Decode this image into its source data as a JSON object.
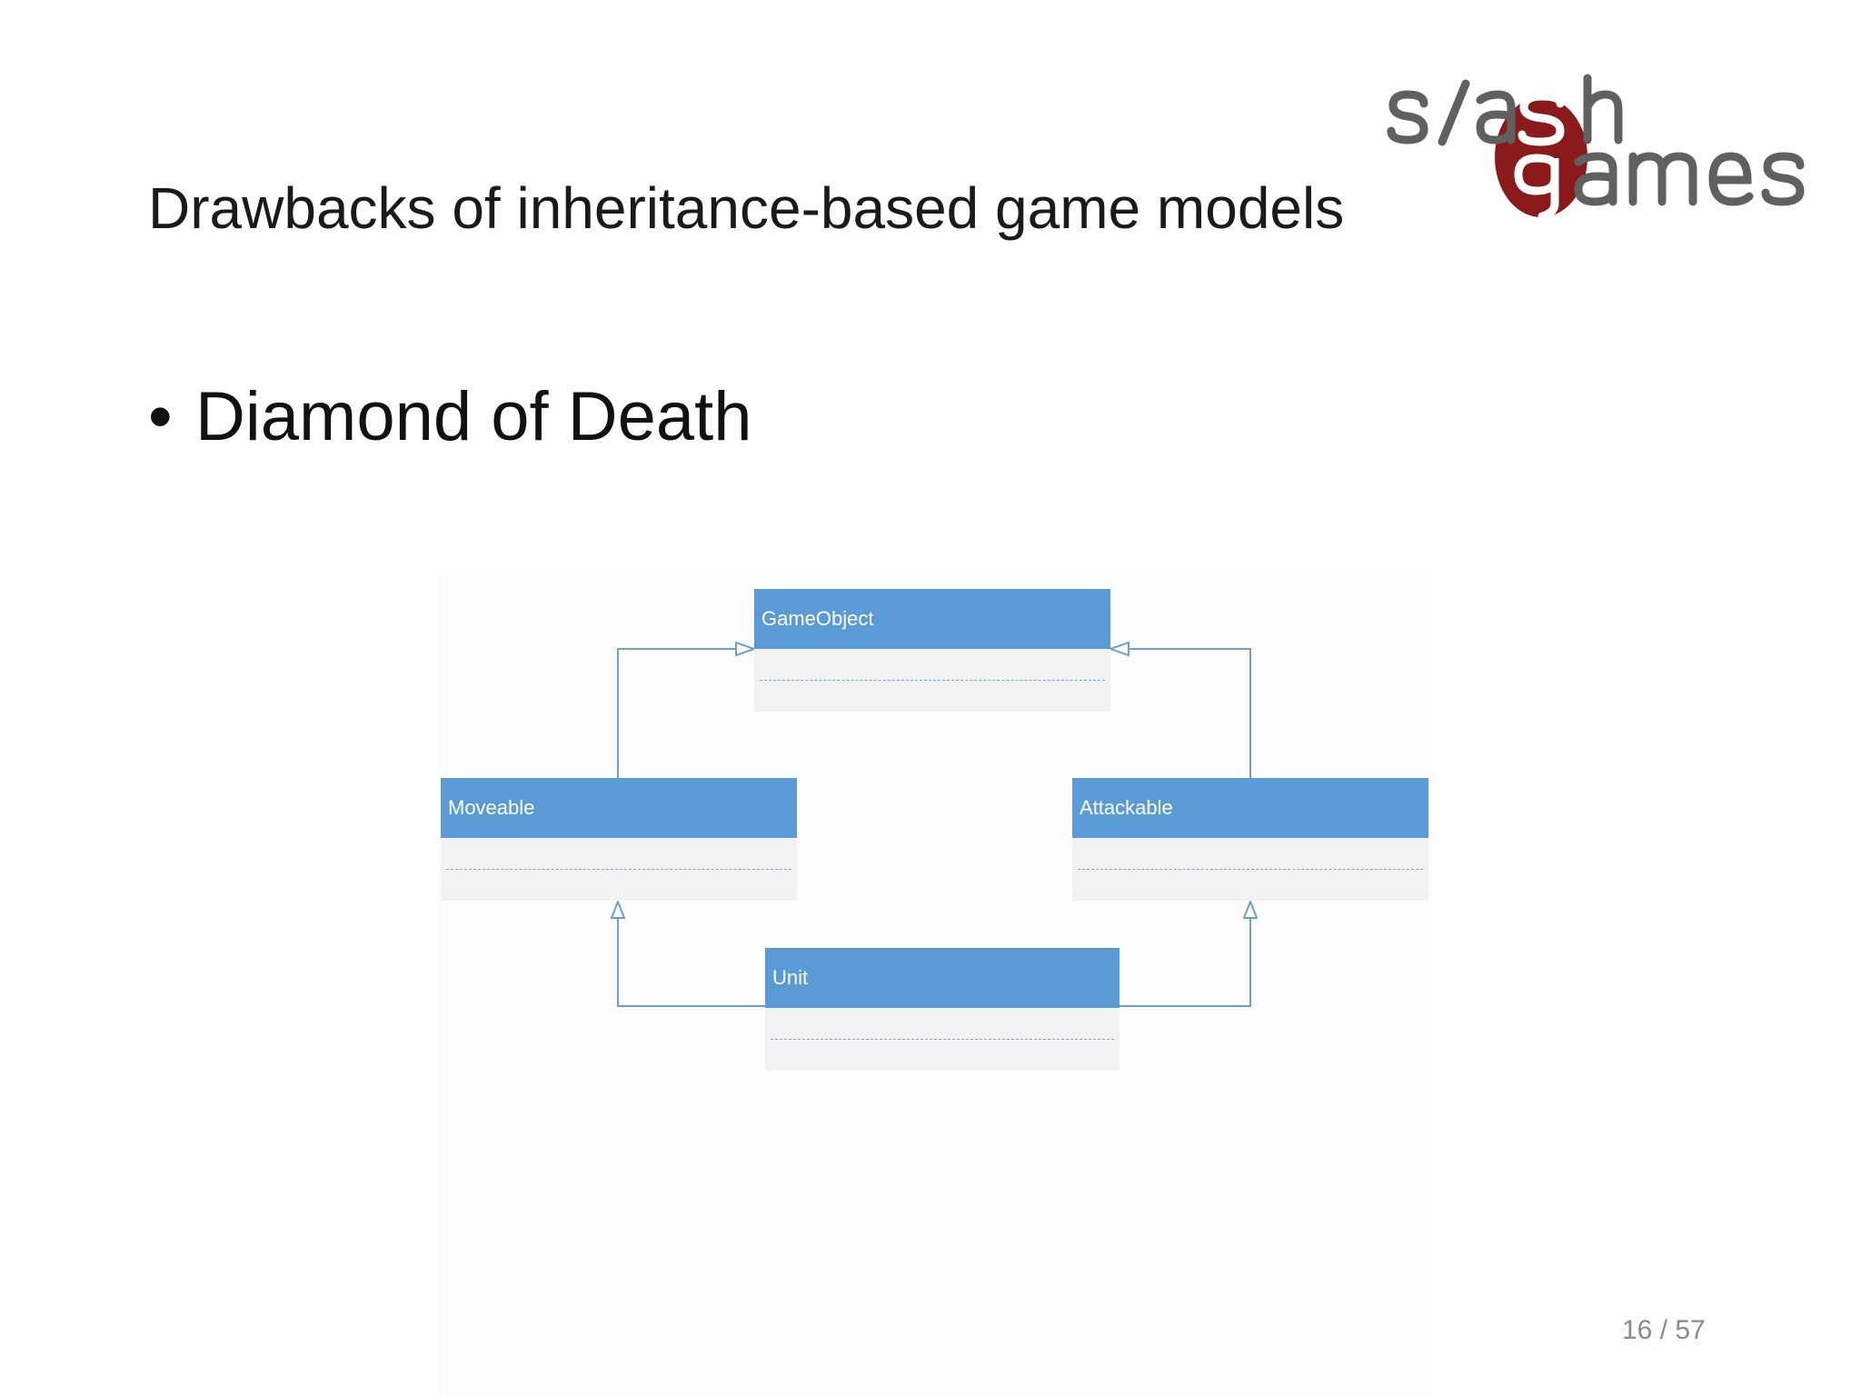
{
  "slide": {
    "title": "Drawbacks of inheritance-based game models",
    "bullet": "Diamond of Death",
    "page_indicator": "16 / 57"
  },
  "logo": {
    "text_top": "s/ash",
    "text_bottom": "games",
    "brand_color": "#8b1a1a",
    "text_color": "#606060"
  },
  "diagram": {
    "classes": {
      "gameobject": "GameObject",
      "moveable": "Moveable",
      "attackable": "Attackable",
      "unit": "Unit"
    },
    "relations": [
      {
        "from": "Moveable",
        "to": "GameObject",
        "type": "inheritance"
      },
      {
        "from": "Attackable",
        "to": "GameObject",
        "type": "inheritance"
      },
      {
        "from": "Unit",
        "to": "Moveable",
        "type": "inheritance"
      },
      {
        "from": "Unit",
        "to": "Attackable",
        "type": "inheritance"
      }
    ],
    "colors": {
      "header": "#5b9bd5",
      "body": "#f2f2f2",
      "line": "#6f9fd0"
    }
  }
}
